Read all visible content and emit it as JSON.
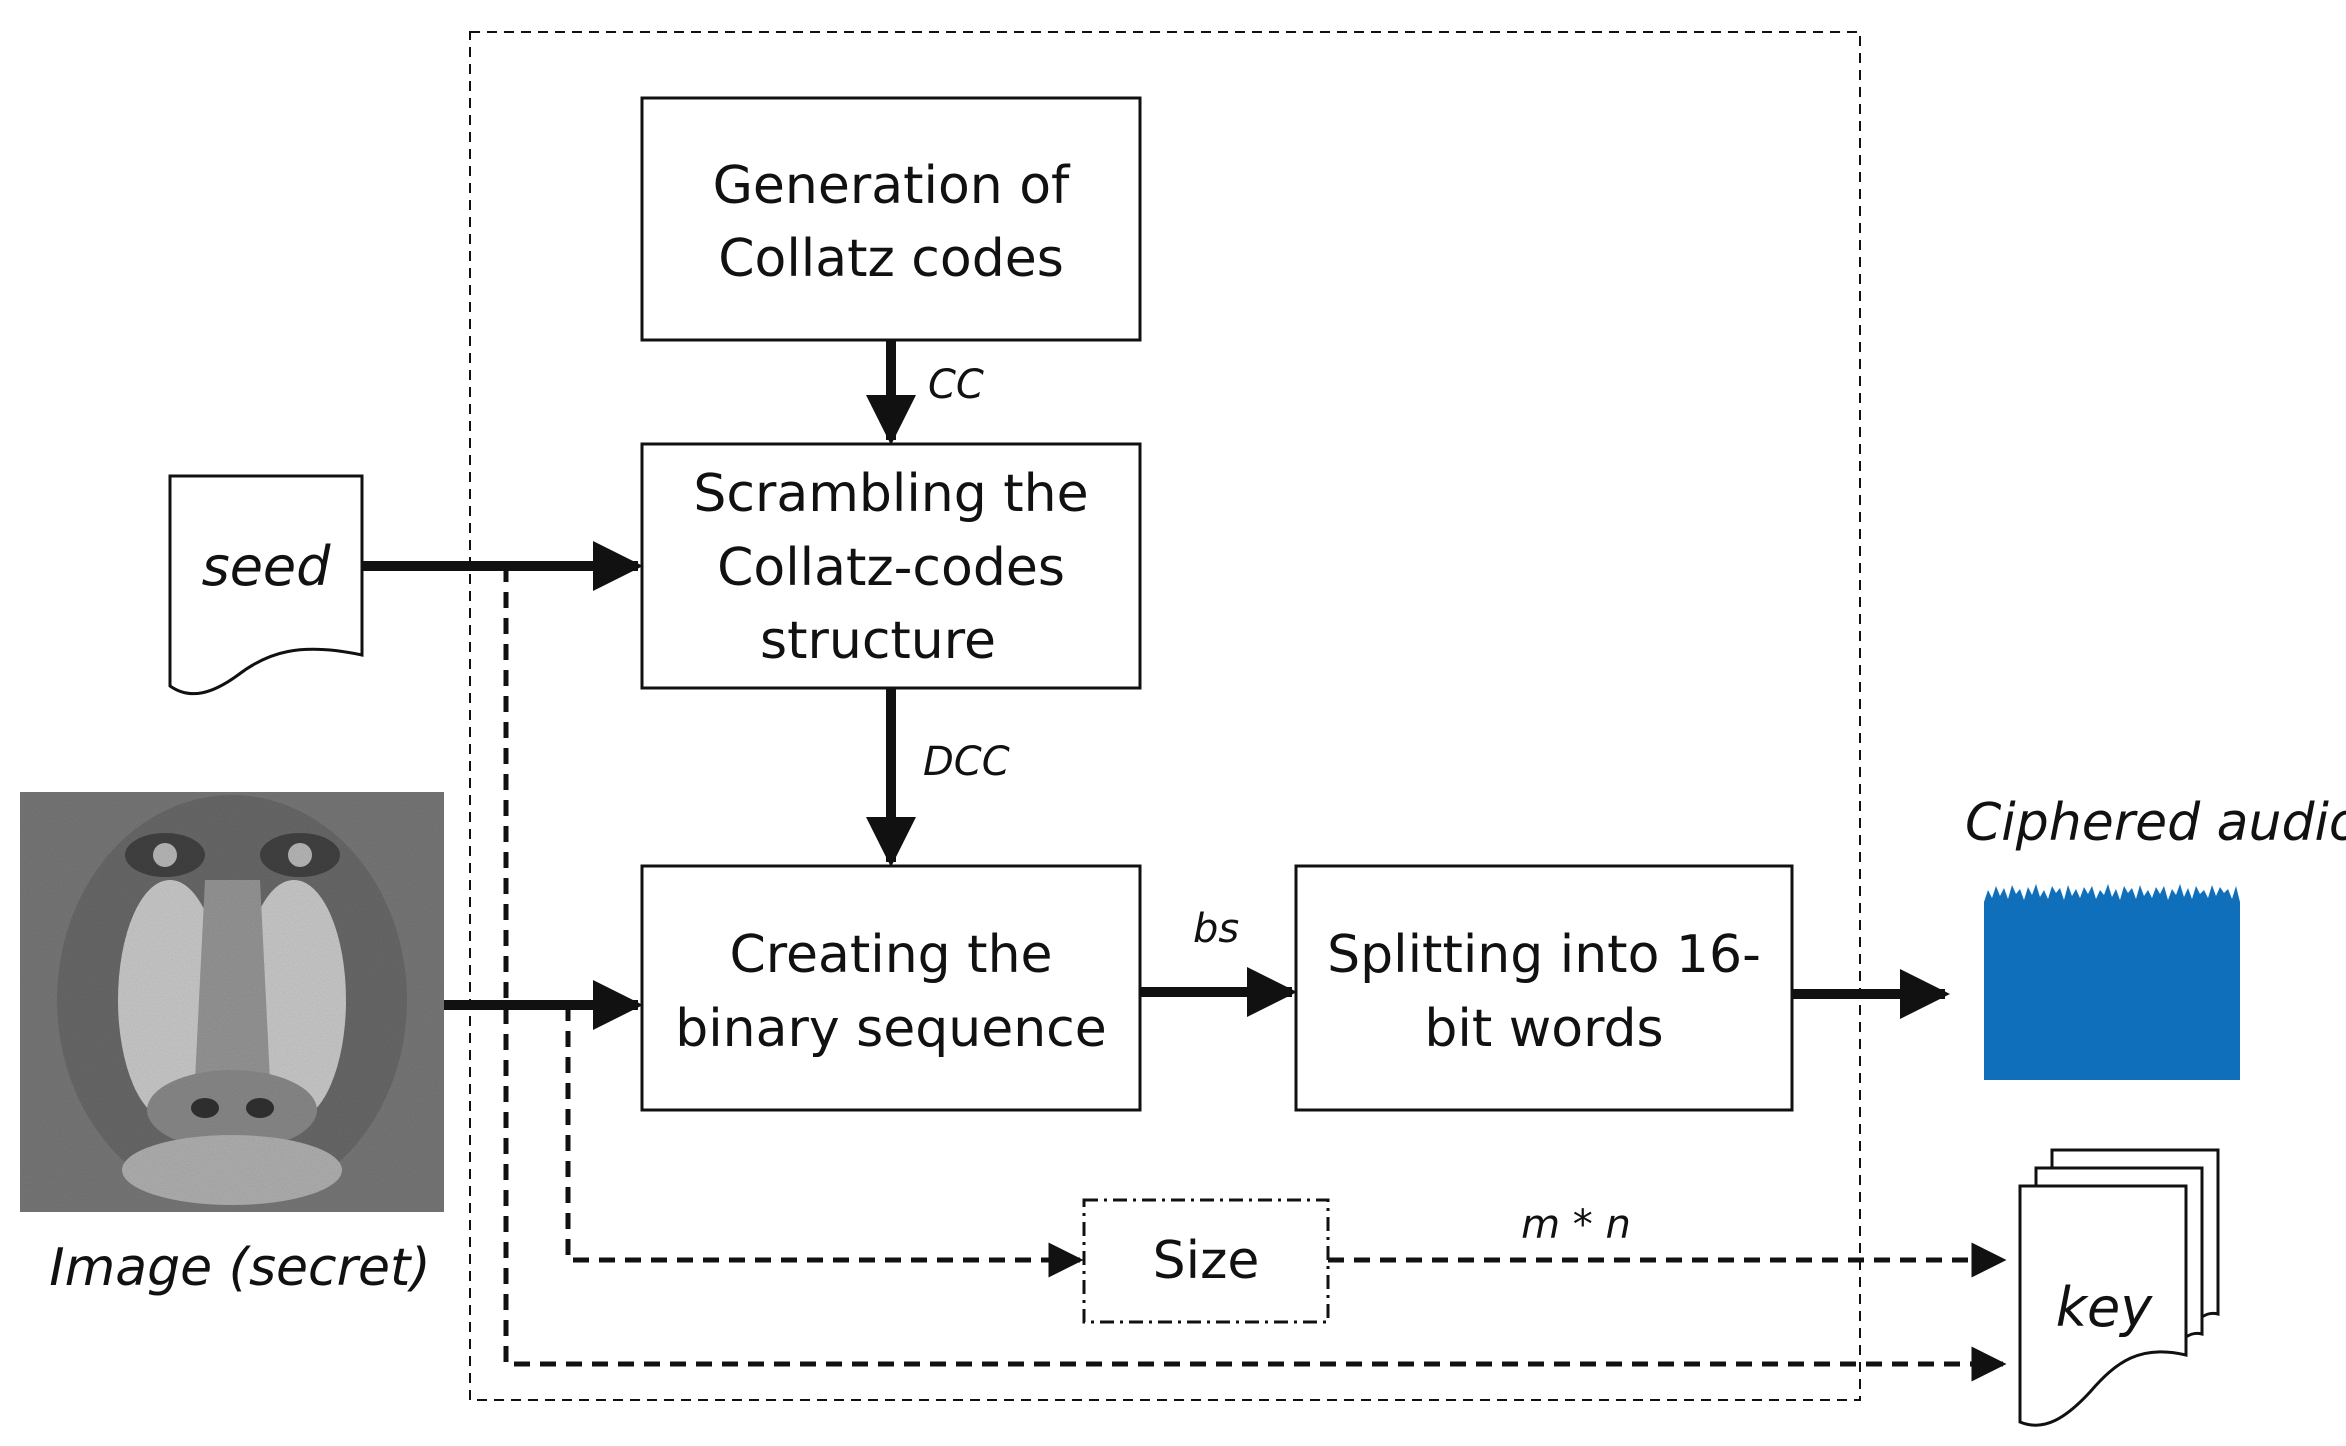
{
  "boxes": {
    "generation_line1": "Generation of",
    "generation_line2": "Collatz codes",
    "scrambling_line1": "Scrambling the",
    "scrambling_line2": "Collatz-codes",
    "scrambling_line3": "structure",
    "creating_line1": "Creating the",
    "creating_line2": "binary sequence",
    "splitting_line1": "Splitting into 16-",
    "splitting_line2": "bit words",
    "size": "Size"
  },
  "inputs": {
    "seed": "seed",
    "image_caption": "Image (secret)"
  },
  "outputs": {
    "ciphered_audio": "Ciphered audio",
    "key": "key"
  },
  "edge_labels": {
    "cc": "CC",
    "dcc": "DCC",
    "bs": "bs",
    "mn": "m * n"
  },
  "colors": {
    "audio_blue": "#0f6fbb",
    "stroke": "#111111"
  }
}
